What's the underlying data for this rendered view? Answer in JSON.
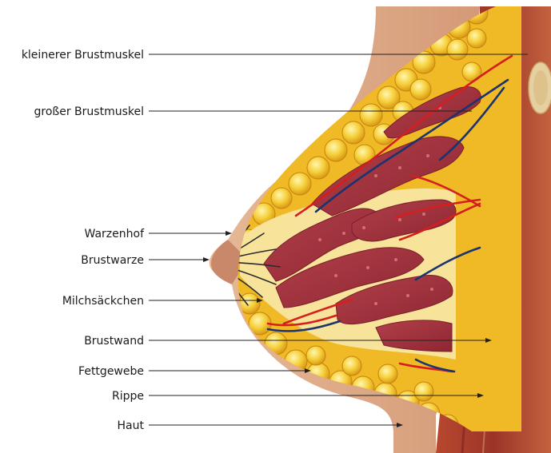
{
  "diagram": {
    "labels": [
      "kleinerer Brustmuskel",
      "großer Brustmuskel",
      "Warzenhof",
      "Brustwarze",
      "Milchsäckchen",
      "Brustwand",
      "Fettgewebe",
      "Rippe",
      "Haut"
    ]
  },
  "colors": {
    "skin": "#d9a27f",
    "fat": "#f2c12e",
    "gland": "#a3303a",
    "muscle": "#8e2e24",
    "artery": "#d81e1e",
    "vein": "#1d3570",
    "rib": "#e8d3a6"
  }
}
